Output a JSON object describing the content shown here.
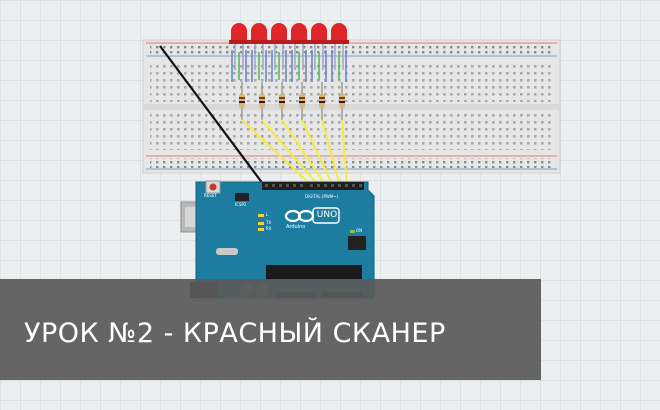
{
  "caption": {
    "title": "УРОК №2 - КРАСНЫЙ СКАНЕР"
  },
  "board": {
    "brand": "UNO",
    "maker": "Arduino",
    "reset_label": "RESET",
    "icsp_label": "ICSP2",
    "digital_label": "DIGITAL (PWM~)",
    "on_label": "ON",
    "tx_label": "TX",
    "rx_label": "RX",
    "l_label": "L"
  },
  "circuit": {
    "led_count": 6,
    "led_color": "#e0262b",
    "wire_color": "#f3ec3b",
    "ground_wire_color": "#111111",
    "board_color": "#1d7da0"
  }
}
